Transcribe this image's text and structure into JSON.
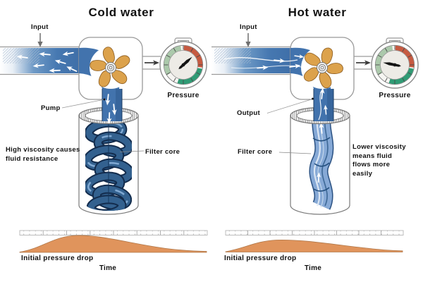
{
  "colors": {
    "water_blue": "#4273ad",
    "water_dark": "#1d3f66",
    "coil_blue": "#33618f",
    "impeller_orange": "#dca24c",
    "gauge_sage": "#abc9ab",
    "gauge_red": "#c65a41",
    "gauge_green": "#2f9b74",
    "curve_orange": "#e0945c",
    "text": "#111111"
  },
  "panels": [
    {
      "id": "cold",
      "title": "Cold water",
      "labels": {
        "input": "Input",
        "pump": "Pump",
        "pressure": "Pressure",
        "filter_core": "Filter core",
        "note": "High viscosity causes fluid resistance",
        "curve_annotation": "Initial pressure drop",
        "x_axis": "Time"
      },
      "gauge_state": "needle in red high-pressure zone",
      "flow": "water pushed down into filter, turbulent back-arrows in inlet pipe"
    },
    {
      "id": "hot",
      "title": "Hot water",
      "labels": {
        "input": "Input",
        "output": "Output",
        "pressure": "Pressure",
        "filter_core": "Filter core",
        "note": "Lower viscosity means fluid flows more easily",
        "curve_annotation": "Initial pressure drop",
        "x_axis": "Time"
      },
      "gauge_state": "needle in green low-pressure zone",
      "flow": "smooth flow, fluid moves up and out easily"
    }
  ]
}
